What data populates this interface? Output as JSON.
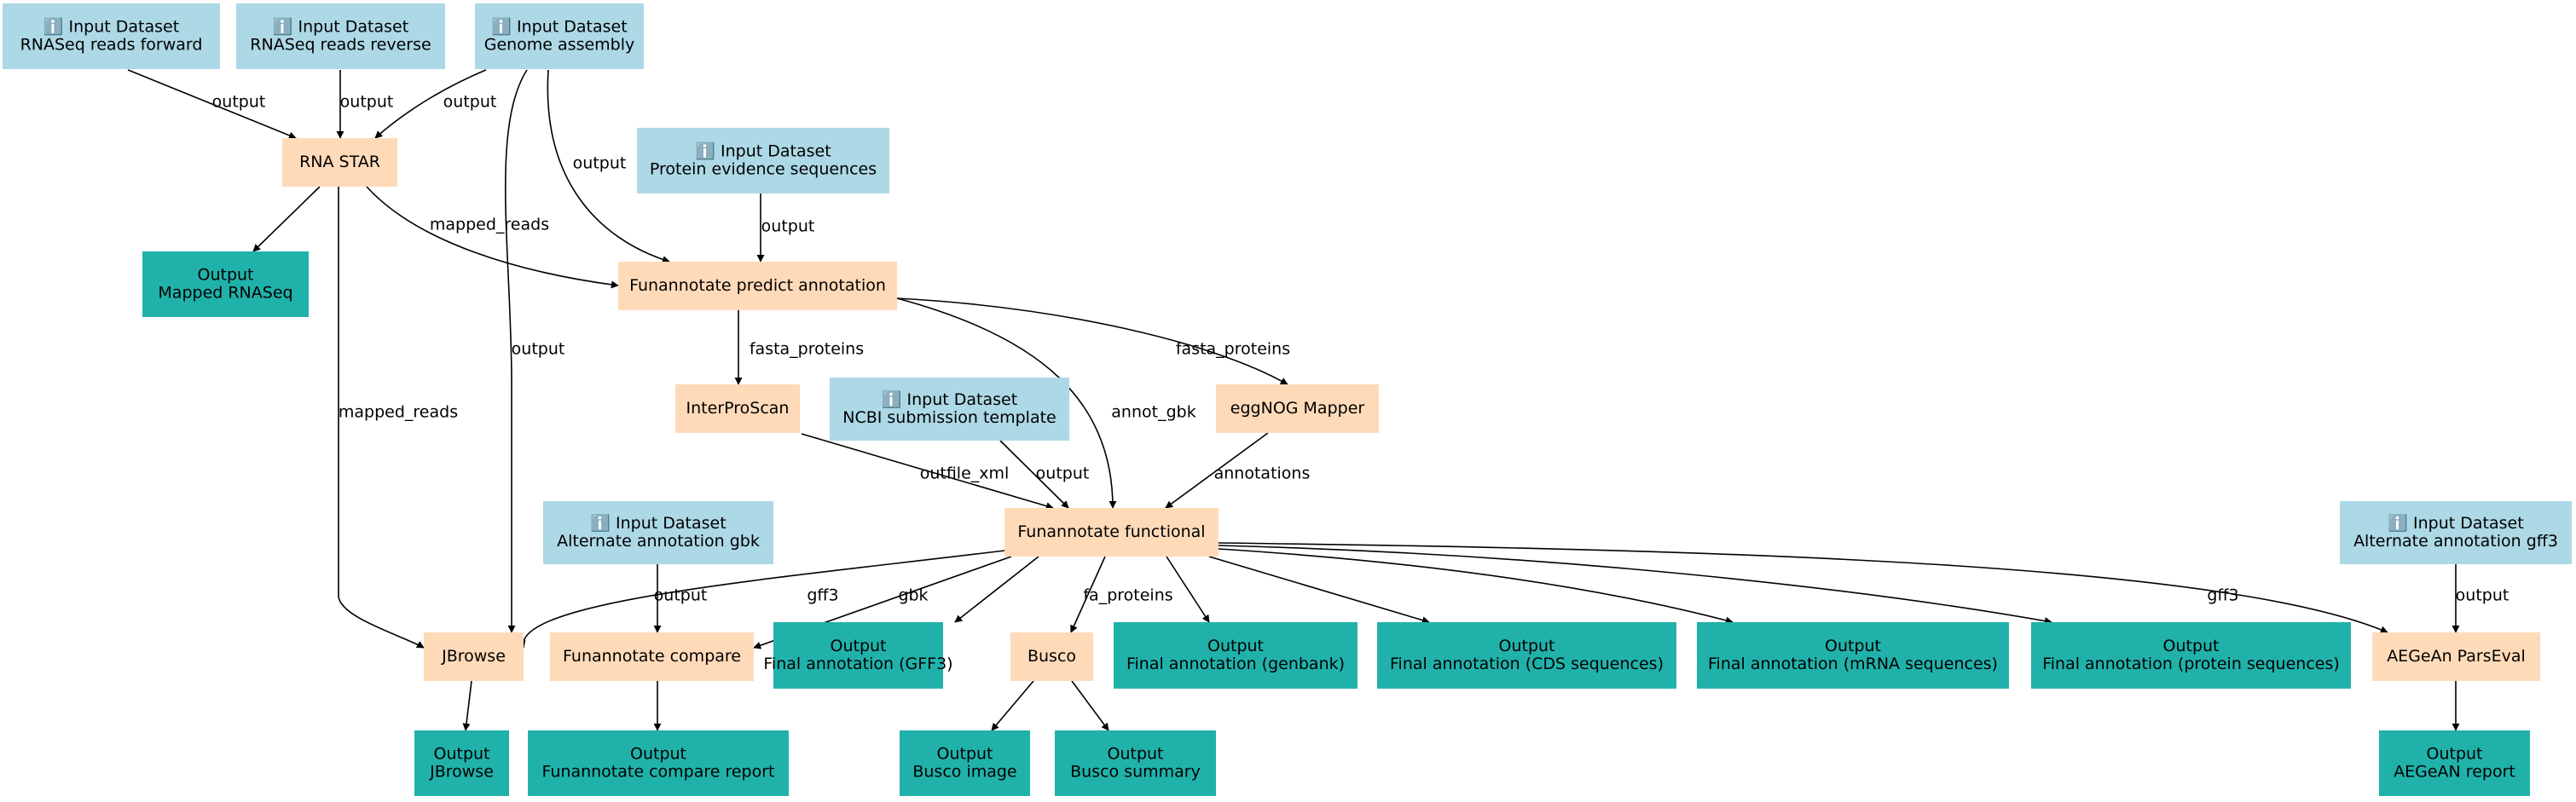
{
  "colors": {
    "input": "#add8e6",
    "tool": "#ffdab9",
    "output": "#20b2aa",
    "edge": "#000000"
  },
  "nodes": [
    {
      "id": "in_fwd",
      "kind": "input",
      "lines": [
        "ℹ️ Input Dataset",
        "RNASeq reads forward"
      ]
    },
    {
      "id": "in_rev",
      "kind": "input",
      "lines": [
        "ℹ️ Input Dataset",
        "RNASeq reads reverse"
      ]
    },
    {
      "id": "in_genome",
      "kind": "input",
      "lines": [
        "ℹ️ Input Dataset",
        "Genome assembly"
      ]
    },
    {
      "id": "in_protein",
      "kind": "input",
      "lines": [
        "ℹ️ Input Dataset",
        "Protein evidence sequences"
      ]
    },
    {
      "id": "in_ncbi",
      "kind": "input",
      "lines": [
        "ℹ️ Input Dataset",
        "NCBI submission template"
      ]
    },
    {
      "id": "in_gbk",
      "kind": "input",
      "lines": [
        "ℹ️ Input Dataset",
        "Alternate annotation gbk"
      ]
    },
    {
      "id": "in_gff3",
      "kind": "input",
      "lines": [
        "ℹ️ Input Dataset",
        "Alternate annotation gff3"
      ]
    },
    {
      "id": "rnastar",
      "kind": "tool",
      "lines": [
        "RNA STAR"
      ]
    },
    {
      "id": "predict",
      "kind": "tool",
      "lines": [
        "Funannotate predict annotation"
      ]
    },
    {
      "id": "interpro",
      "kind": "tool",
      "lines": [
        "InterProScan"
      ]
    },
    {
      "id": "eggnog",
      "kind": "tool",
      "lines": [
        "eggNOG Mapper"
      ]
    },
    {
      "id": "functional",
      "kind": "tool",
      "lines": [
        "Funannotate functional"
      ]
    },
    {
      "id": "jbrowse",
      "kind": "tool",
      "lines": [
        "JBrowse"
      ]
    },
    {
      "id": "compare",
      "kind": "tool",
      "lines": [
        "Funannotate compare"
      ]
    },
    {
      "id": "busco",
      "kind": "tool",
      "lines": [
        "Busco"
      ]
    },
    {
      "id": "aegean",
      "kind": "tool",
      "lines": [
        "AEGeAn ParsEval"
      ]
    },
    {
      "id": "out_mapped",
      "kind": "output",
      "lines": [
        "Output",
        "Mapped RNASeq"
      ]
    },
    {
      "id": "out_gff3",
      "kind": "output",
      "lines": [
        "Output",
        "Final annotation (GFF3)"
      ]
    },
    {
      "id": "out_genbank",
      "kind": "output",
      "lines": [
        "Output",
        "Final annotation (genbank)"
      ]
    },
    {
      "id": "out_cds",
      "kind": "output",
      "lines": [
        "Output",
        "Final annotation (CDS sequences)"
      ]
    },
    {
      "id": "out_mrna",
      "kind": "output",
      "lines": [
        "Output",
        "Final annotation (mRNA sequences)"
      ]
    },
    {
      "id": "out_prot",
      "kind": "output",
      "lines": [
        "Output",
        "Final annotation (protein sequences)"
      ]
    },
    {
      "id": "out_jbrowse",
      "kind": "output",
      "lines": [
        "Output",
        "JBrowse"
      ]
    },
    {
      "id": "out_compare",
      "kind": "output",
      "lines": [
        "Output",
        "Funannotate compare report"
      ]
    },
    {
      "id": "out_busco_img",
      "kind": "output",
      "lines": [
        "Output",
        "Busco image"
      ]
    },
    {
      "id": "out_busco_sum",
      "kind": "output",
      "lines": [
        "Output",
        "Busco summary"
      ]
    },
    {
      "id": "out_aegean",
      "kind": "output",
      "lines": [
        "Output",
        "AEGeAN report"
      ]
    }
  ],
  "edges": [
    {
      "id": "e1",
      "from": "in_fwd",
      "to": "rnastar",
      "label": "output"
    },
    {
      "id": "e2",
      "from": "in_rev",
      "to": "rnastar",
      "label": "output"
    },
    {
      "id": "e3",
      "from": "in_genome",
      "to": "rnastar",
      "label": "output"
    },
    {
      "id": "e4",
      "from": "in_genome",
      "to": "predict",
      "label": "output"
    },
    {
      "id": "e5",
      "from": "in_genome",
      "to": "jbrowse",
      "label": "output"
    },
    {
      "id": "e6",
      "from": "rnastar",
      "to": "out_mapped",
      "label": ""
    },
    {
      "id": "e7",
      "from": "rnastar",
      "to": "predict",
      "label": "mapped_reads"
    },
    {
      "id": "e8",
      "from": "rnastar",
      "to": "jbrowse",
      "label": "mapped_reads"
    },
    {
      "id": "e9",
      "from": "in_protein",
      "to": "predict",
      "label": "output"
    },
    {
      "id": "e10",
      "from": "predict",
      "to": "interpro",
      "label": "fasta_proteins"
    },
    {
      "id": "e11",
      "from": "predict",
      "to": "functional",
      "label": "annot_gbk"
    },
    {
      "id": "e12",
      "from": "predict",
      "to": "eggnog",
      "label": "fasta_proteins"
    },
    {
      "id": "e13",
      "from": "interpro",
      "to": "functional",
      "label": "outfile_xml"
    },
    {
      "id": "e14",
      "from": "in_ncbi",
      "to": "functional",
      "label": "output"
    },
    {
      "id": "e15",
      "from": "eggnog",
      "to": "functional",
      "label": "annotations"
    },
    {
      "id": "e16",
      "from": "functional",
      "to": "jbrowse",
      "label": "gff3"
    },
    {
      "id": "e17",
      "from": "functional",
      "to": "compare",
      "label": "gbk"
    },
    {
      "id": "e18",
      "from": "functional",
      "to": "out_gff3",
      "label": ""
    },
    {
      "id": "e19",
      "from": "functional",
      "to": "busco",
      "label": "fa_proteins"
    },
    {
      "id": "e20",
      "from": "functional",
      "to": "out_genbank",
      "label": ""
    },
    {
      "id": "e21",
      "from": "functional",
      "to": "out_cds",
      "label": ""
    },
    {
      "id": "e22",
      "from": "functional",
      "to": "out_mrna",
      "label": ""
    },
    {
      "id": "e23",
      "from": "functional",
      "to": "out_prot",
      "label": ""
    },
    {
      "id": "e24",
      "from": "functional",
      "to": "aegean",
      "label": "gff3"
    },
    {
      "id": "e25",
      "from": "in_gbk",
      "to": "compare",
      "label": "output"
    },
    {
      "id": "e26",
      "from": "in_gff3",
      "to": "aegean",
      "label": "output"
    },
    {
      "id": "e27",
      "from": "jbrowse",
      "to": "out_jbrowse",
      "label": ""
    },
    {
      "id": "e28",
      "from": "compare",
      "to": "out_compare",
      "label": ""
    },
    {
      "id": "e29",
      "from": "busco",
      "to": "out_busco_img",
      "label": ""
    },
    {
      "id": "e30",
      "from": "busco",
      "to": "out_busco_sum",
      "label": ""
    },
    {
      "id": "e31",
      "from": "aegean",
      "to": "out_aegean",
      "label": ""
    }
  ]
}
